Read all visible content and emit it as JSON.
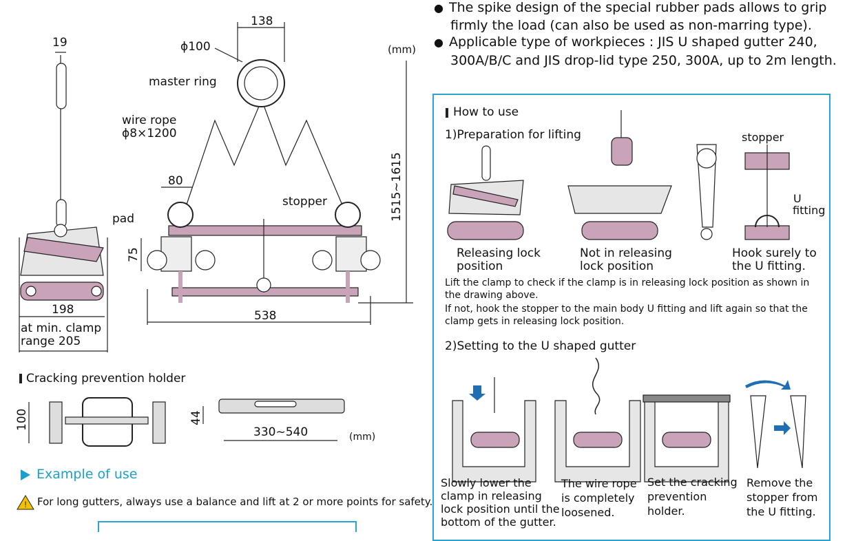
{
  "bullets": [
    {
      "line1": "The spike design of the special rubber pads allows to grip",
      "line2": "firmly the load (can also be used as non-marring type)."
    },
    {
      "line1": "Applicable type of workpieces : JIS U shaped gutter 240,",
      "line2": "300A/B/C and JIS drop-lid type 250, 300A, up to 2m length."
    }
  ],
  "drawing": {
    "dim_138": "138",
    "dim_19": "19",
    "phi100": "ϕ100",
    "mm": "(mm)",
    "master_ring": "master ring",
    "wire_rope_1": "wire rope",
    "wire_rope_2": "ϕ8×1200",
    "dim_80": "80",
    "stopper": "stopper",
    "pad": "pad",
    "dim_75": "75",
    "dim_height": "1515~1615",
    "dim_198": "198",
    "dim_538": "538",
    "minclamp_1": "at min. clamp",
    "minclamp_2": "range 205"
  },
  "holder": {
    "title": "Cracking prevention holder",
    "dim_100": "100",
    "dim_44": "44",
    "dim_range": "330~540",
    "mm": "(mm)"
  },
  "example": {
    "title": "Example of use",
    "warning": "For long gutters, always use a balance and lift at 2 or more points for safety."
  },
  "how_to_use": {
    "title": "How to use",
    "step1_title": "1)Preparation for lifting",
    "cap_releasing_1": "Releasing lock",
    "cap_releasing_2": "position",
    "cap_not_1": "Not in releasing",
    "cap_not_2": "lock position",
    "stopper_label": "stopper",
    "u_label_1": "U",
    "u_label_2": "fitting",
    "cap_hook_1": "Hook surely to",
    "cap_hook_2": "the U fitting.",
    "para1_1": "Lift the clamp to check if the clamp is in releasing lock position as shown in",
    "para1_2": "the drawing above.",
    "para2_1": "If not, hook the stopper to the main body U fitting and lift again so that the",
    "para2_2": "clamp gets in releasing lock position.",
    "step2_title": "2)Setting to the U shaped gutter",
    "cap_a_1": "Slowly lower the",
    "cap_a_2": "clamp in releasing",
    "cap_a_3": "lock position until the",
    "cap_a_4": "bottom of the gutter.",
    "cap_b_1": "The wire rope",
    "cap_b_2": "is completely",
    "cap_b_3": "loosened.",
    "cap_c_1": "Set the cracking",
    "cap_c_2": "prevention",
    "cap_c_3": "holder.",
    "cap_d_1": "Remove the",
    "cap_d_2": "stopper from",
    "cap_d_3": "the U fitting."
  },
  "colors": {
    "accent": "#2aa3d1",
    "pink": "#c9a3b8",
    "warning": "#f2c200"
  }
}
